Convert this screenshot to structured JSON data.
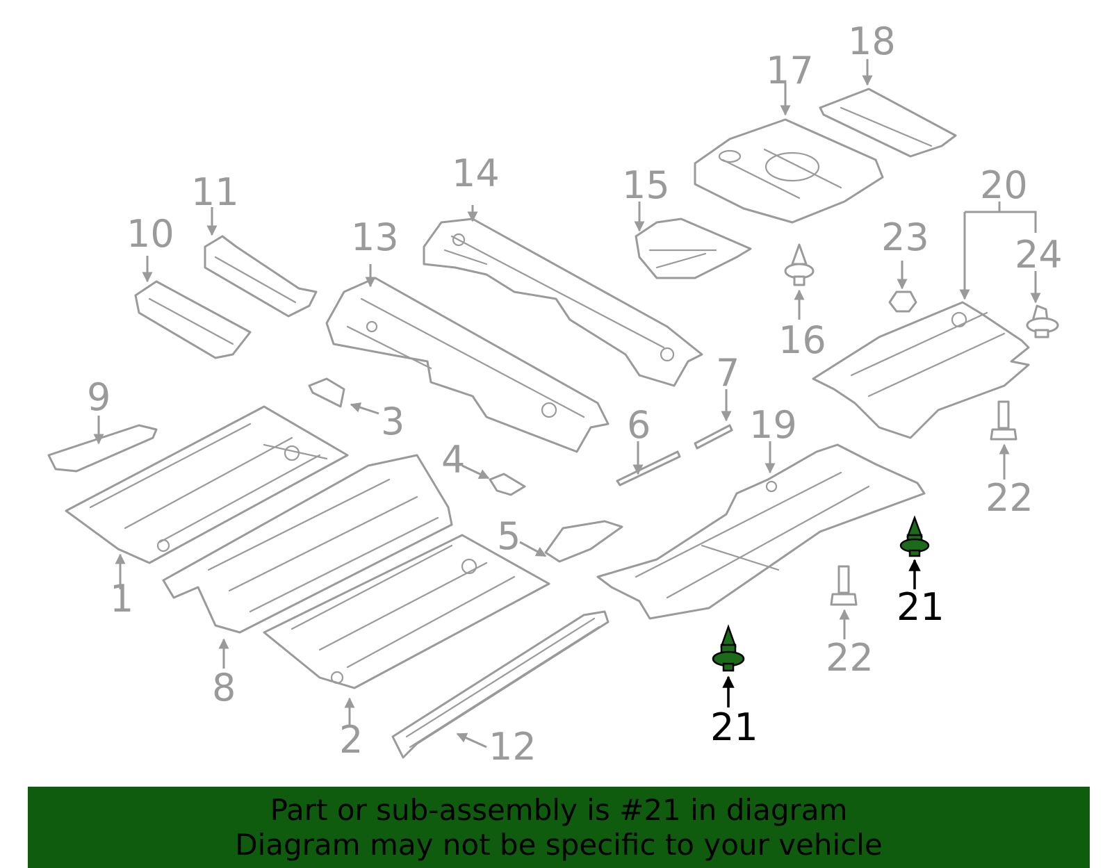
{
  "diagram": {
    "callouts": {
      "c1": "1",
      "c2": "2",
      "c3": "3",
      "c4": "4",
      "c5": "5",
      "c6": "6",
      "c7": "7",
      "c8": "8",
      "c9": "9",
      "c10": "10",
      "c11": "11",
      "c12": "12",
      "c13": "13",
      "c14": "14",
      "c15": "15",
      "c16": "16",
      "c17": "17",
      "c18": "18",
      "c19": "19",
      "c20": "20",
      "c21a": "21",
      "c21b": "21",
      "c22a": "22",
      "c22b": "22",
      "c23": "23",
      "c24": "24"
    },
    "highlight_part": "21",
    "highlight_color": "#1b6b1b",
    "part_line_color": "#9a9a9a"
  },
  "banner": {
    "line1": "Part or sub-assembly is #21 in diagram",
    "line2": "Diagram may not be specific to your vehicle",
    "background": "#0f5c0f"
  }
}
